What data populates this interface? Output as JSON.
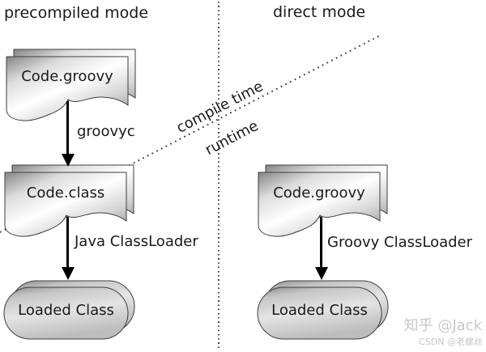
{
  "headers": {
    "precompiled": "precompiled mode",
    "direct": "direct mode"
  },
  "timeline": {
    "compile": "compile time",
    "runtime": "runtime"
  },
  "precompiled_flow": {
    "source_file": "Code.groovy",
    "compiler_label": "groovyc",
    "class_file": "Code.class",
    "loader_label": "Java ClassLoader",
    "loaded": "Loaded Class"
  },
  "direct_flow": {
    "source_file": "Code.groovy",
    "loader_label": "Groovy ClassLoader",
    "loaded": "Loaded Class"
  },
  "watermarks": {
    "zhihu": "知乎 @Jack",
    "csdn": "CSDN @老螺丝"
  },
  "colors": {
    "ink": "#1a1a1a",
    "dot": "#424242",
    "edge": "#3f3f3f",
    "wm": "#c8c8c8"
  }
}
